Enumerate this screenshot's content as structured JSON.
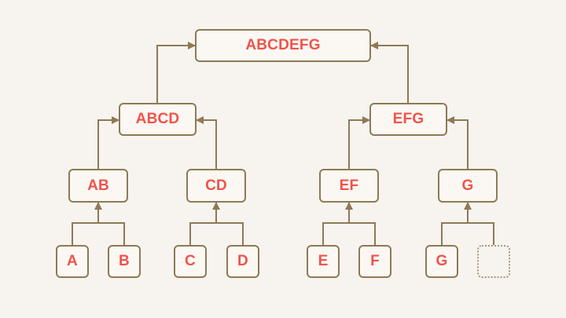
{
  "colors": {
    "background": "#f7f3ef",
    "border": "#8d7a55",
    "label": "#f0534a",
    "empty_border": "#a89877"
  },
  "tree": {
    "root": "ABCDEFG",
    "level2": [
      "ABCD",
      "EFG"
    ],
    "level3": [
      "AB",
      "CD",
      "EF",
      "G"
    ],
    "leaves": [
      "A",
      "B",
      "C",
      "D",
      "E",
      "F",
      "G"
    ],
    "empty_leaf": ""
  }
}
